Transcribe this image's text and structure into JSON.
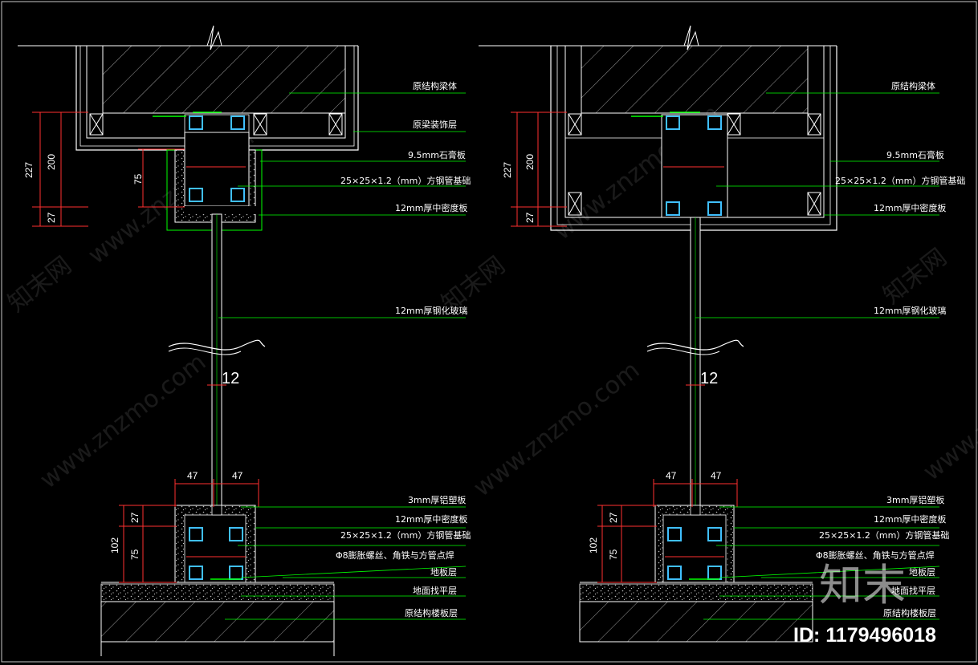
{
  "labels": {
    "beam": "原结构梁体",
    "beam_finish": "原梁装饰层",
    "gypsum": "9.5mm石膏板",
    "steel_tube_top": "25×25×1.2（mm）方钢管基础",
    "mdf_top": "12mm厚中密度板",
    "glass": "12mm厚钢化玻璃",
    "alu_plastic": "3mm厚铝塑板",
    "mdf_bottom": "12mm厚中密度板",
    "steel_tube_bottom": "25×25×1.2（mm）方钢管基础",
    "bolt_left": "Φ8膨胀螺丝、角铁与方管点焊",
    "bolt_right": "Φ8膨胀螺丝、角铁与方管点焊",
    "floor_finish": "地板层",
    "screed": "地面找平层",
    "slab": "原结构楼板层"
  },
  "dims": {
    "d227": "227",
    "d200": "200",
    "d27": "27",
    "d75": "75",
    "d12": "12",
    "d47": "47",
    "d102": "102",
    "d75_small": "75"
  },
  "watermark": {
    "site": "www.znzmo.com",
    "brand": "知末网",
    "logo": "知末",
    "id": "ID: 1179496018"
  },
  "colors": {
    "background": "#000000",
    "structure": "#ffffff",
    "leader": "#00ff00",
    "dimension": "#ff3030",
    "tube": "#40c0ff"
  }
}
